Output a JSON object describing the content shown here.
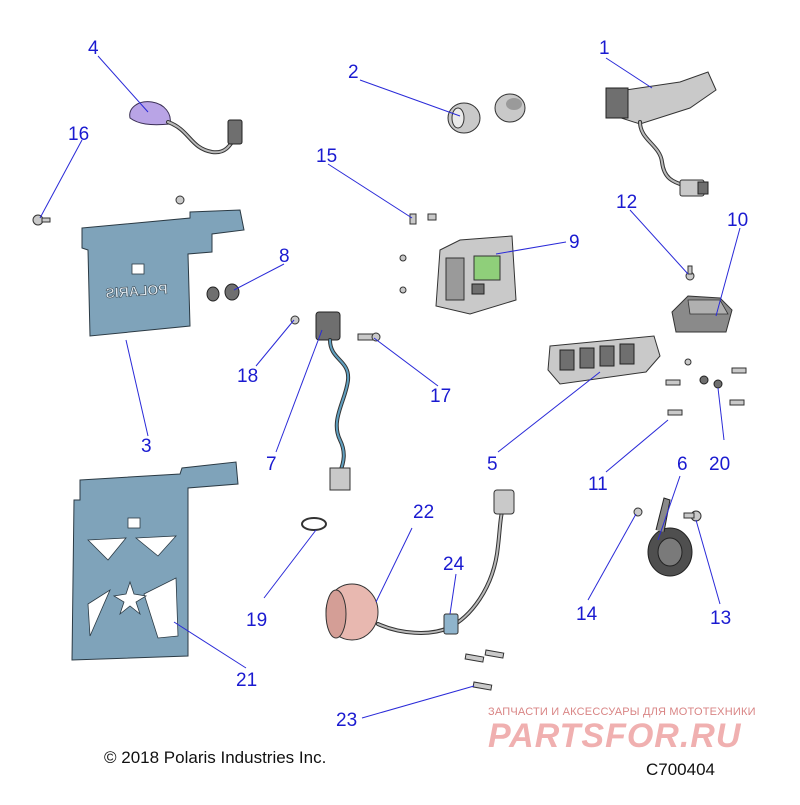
{
  "diagram": {
    "callouts": [
      {
        "id": "c1",
        "label": "1"
      },
      {
        "id": "c2",
        "label": "2"
      },
      {
        "id": "c3",
        "label": "3"
      },
      {
        "id": "c4",
        "label": "4"
      },
      {
        "id": "c5",
        "label": "5"
      },
      {
        "id": "c6",
        "label": "6"
      },
      {
        "id": "c7",
        "label": "7"
      },
      {
        "id": "c8",
        "label": "8"
      },
      {
        "id": "c9",
        "label": "9"
      },
      {
        "id": "c10",
        "label": "10"
      },
      {
        "id": "c11",
        "label": "11"
      },
      {
        "id": "c12",
        "label": "12"
      },
      {
        "id": "c13",
        "label": "13"
      },
      {
        "id": "c14",
        "label": "14"
      },
      {
        "id": "c15",
        "label": "15"
      },
      {
        "id": "c16",
        "label": "16"
      },
      {
        "id": "c17",
        "label": "17"
      },
      {
        "id": "c18",
        "label": "18"
      },
      {
        "id": "c19",
        "label": "19"
      },
      {
        "id": "c20",
        "label": "20"
      },
      {
        "id": "c21",
        "label": "21"
      },
      {
        "id": "c22",
        "label": "22"
      },
      {
        "id": "c23",
        "label": "23"
      },
      {
        "id": "c24",
        "label": "24"
      }
    ],
    "bracket_embossed_text": "POLARIS",
    "colors": {
      "callout": "#1a1ad0",
      "bracket_metal": "#7fa3ba",
      "lamp_purple": "#b9a4e6",
      "display_green": "#8fcf7a",
      "horn_dark": "#4f4f4f",
      "motor_pink": "#e8b8b0"
    }
  },
  "footer": {
    "copyright": "© 2018 Polaris Industries Inc.",
    "drawing_id": "C700404"
  },
  "watermark": {
    "tagline": "ЗАПЧАСТИ И АКСЕССУАРЫ ДЛЯ МОТОТЕХНИКИ",
    "brand": "PARTSFOR.RU"
  }
}
